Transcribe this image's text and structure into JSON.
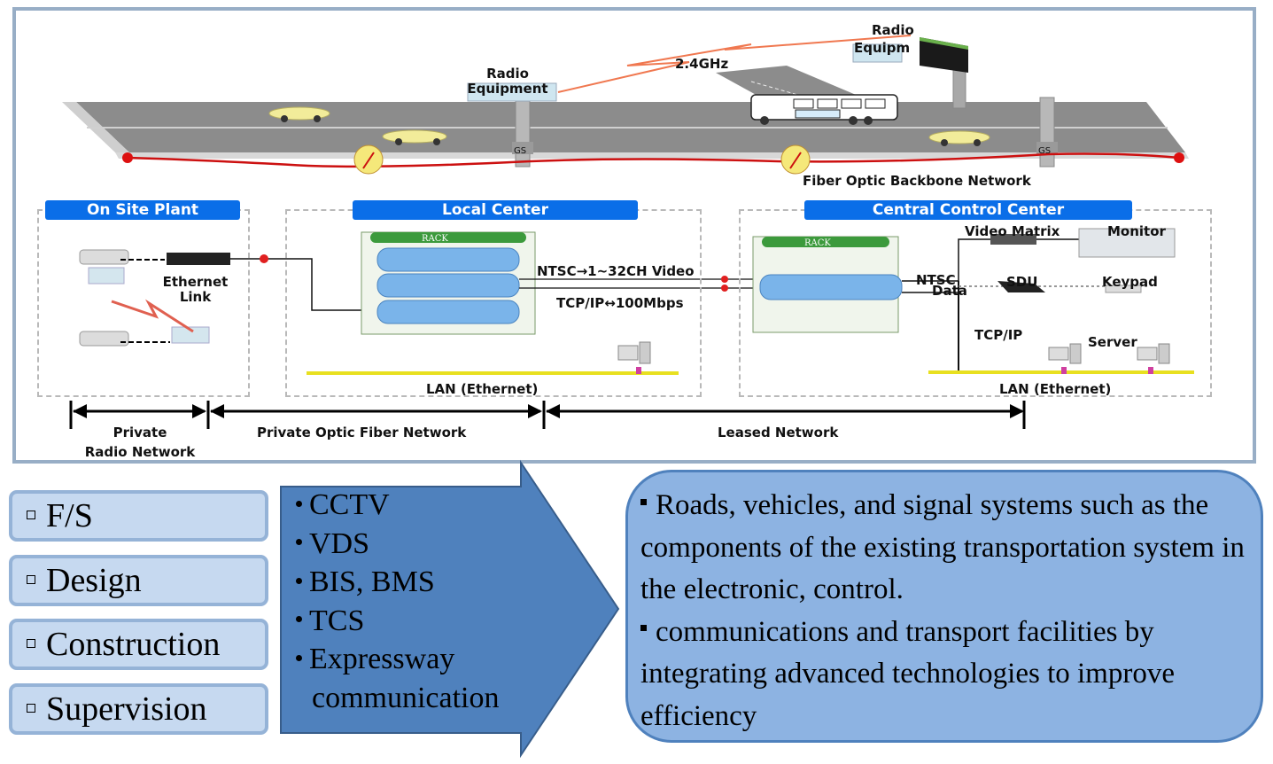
{
  "diagram": {
    "road_labels": {
      "radio_equipment_left": "Radio\nEquipment",
      "radio_equipment_right_line1": "Radio",
      "radio_equipment_right_line2": "Equipm",
      "frequency": "2.4GHz",
      "gs_left": "GS",
      "gs_right": "GS",
      "backbone": "Fiber Optic Backbone Network"
    },
    "sections": {
      "on_site_plant": {
        "title": "On Site Plant",
        "ethernet_link": "Ethernet\nLink"
      },
      "local_center": {
        "title": "Local Center",
        "rack_label": "RACK",
        "video_link": "NTSC→1~32CH Video",
        "data_link": "TCP/IP↔100Mbps",
        "lan": "LAN (Ethernet)"
      },
      "central_control_center": {
        "title": "Central Control Center",
        "rack_label": "RACK",
        "video_matrix": "Video Matrix",
        "monitor": "Monitor",
        "ntsc": "NTSC",
        "data": "Data",
        "sdu": "SDU",
        "keypad": "Keypad",
        "tcpip": "TCP/IP",
        "server": "Server",
        "lan": "LAN (Ethernet)"
      }
    },
    "network_spans": [
      {
        "label": "Private\nRadio Network"
      },
      {
        "label": "Private Optic Fiber Network"
      },
      {
        "label": "Leased Network"
      }
    ]
  },
  "phases": [
    {
      "label": "F/S"
    },
    {
      "label": "Design"
    },
    {
      "label": "Construction"
    },
    {
      "label": "Supervision"
    }
  ],
  "systems": [
    {
      "label": "CCTV"
    },
    {
      "label": "VDS"
    },
    {
      "label": "BIS, BMS"
    },
    {
      "label": "TCS"
    },
    {
      "label": "Expressway"
    }
  ],
  "systems_continuation": "communication",
  "description": {
    "bullet1": "Roads, vehicles, and signal systems such as the components of the existing transportation system in the electronic, control.",
    "bullet2": "communications and transport facilities by integrating advanced  technologies to improve efficiency"
  },
  "colors": {
    "header_blue": "#0a6ee8",
    "panel_border": "#98aec6",
    "phase_fill": "#c6d9f0",
    "arrow_fill": "#4f81bd",
    "desc_fill": "#8db3e2",
    "fiber_red": "#d01010",
    "lan_yellow": "#e8e020"
  }
}
